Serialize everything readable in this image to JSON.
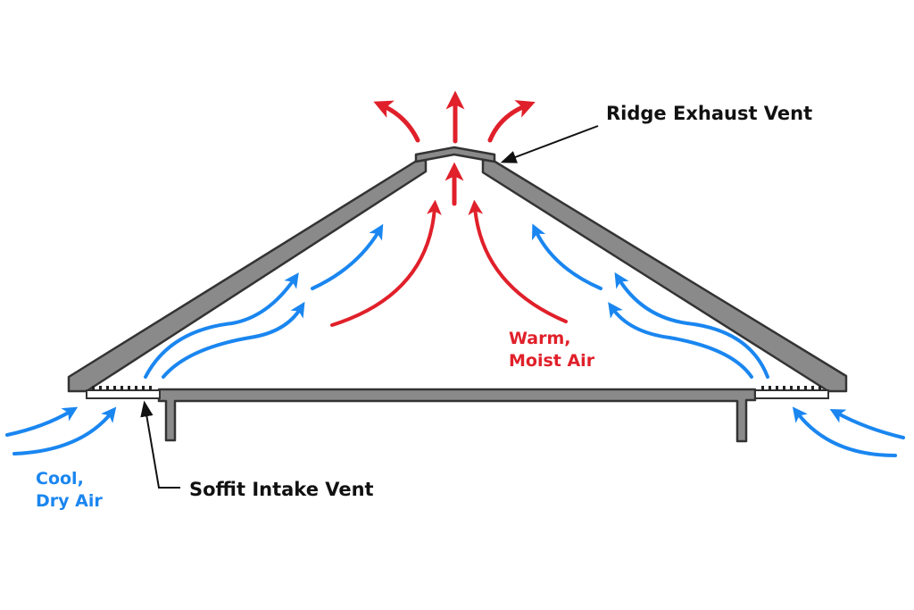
{
  "diagram": {
    "title_labels": {
      "ridge": "Ridge Exhaust Vent",
      "soffit": "Soffit Intake Vent",
      "warm_line1": "Warm,",
      "warm_line2": "Moist Air",
      "cool_line1": "Cool,",
      "cool_line2": "Dry Air"
    },
    "colors": {
      "warm_air": "#e0202a",
      "cool_air": "#1a86f0",
      "structure_fill": "#8a8a8a",
      "structure_stroke": "#333333",
      "leader_line": "#111111"
    },
    "icons": {
      "warm_arrow": "arrow-up-curved",
      "cool_arrow": "arrow-curved"
    }
  }
}
